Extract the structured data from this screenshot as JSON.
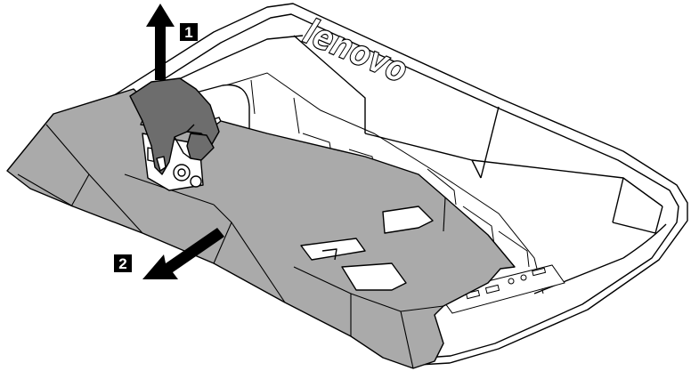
{
  "steps": [
    {
      "number": "1"
    },
    {
      "number": "2"
    }
  ],
  "logo": {
    "text": "lenovo"
  },
  "colors": {
    "line": "#000000",
    "cover_gray": "#aaaaaa",
    "hand_gray": "#6d6d6d",
    "background": "#ffffff"
  }
}
